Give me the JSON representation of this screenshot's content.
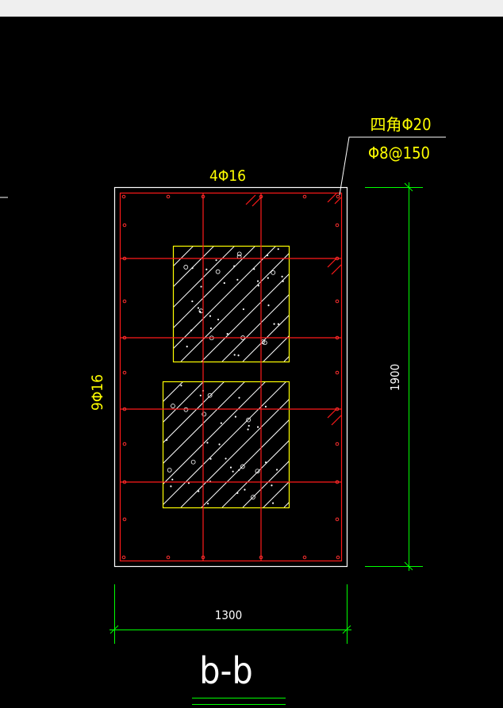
{
  "drawing": {
    "corner_rebar_label": "四角Φ20",
    "stirrup_label": "Φ8@150",
    "top_rebar_label": "4Φ16",
    "side_rebar_label": "9Φ16",
    "height_dimension": "1900",
    "width_dimension": "1300",
    "section_title": "b-b"
  },
  "colors": {
    "background": "#000000",
    "outline": "#ffffff",
    "rebar": "#ff0000",
    "annotation": "#ffff00",
    "dimension": "#00ff00"
  }
}
